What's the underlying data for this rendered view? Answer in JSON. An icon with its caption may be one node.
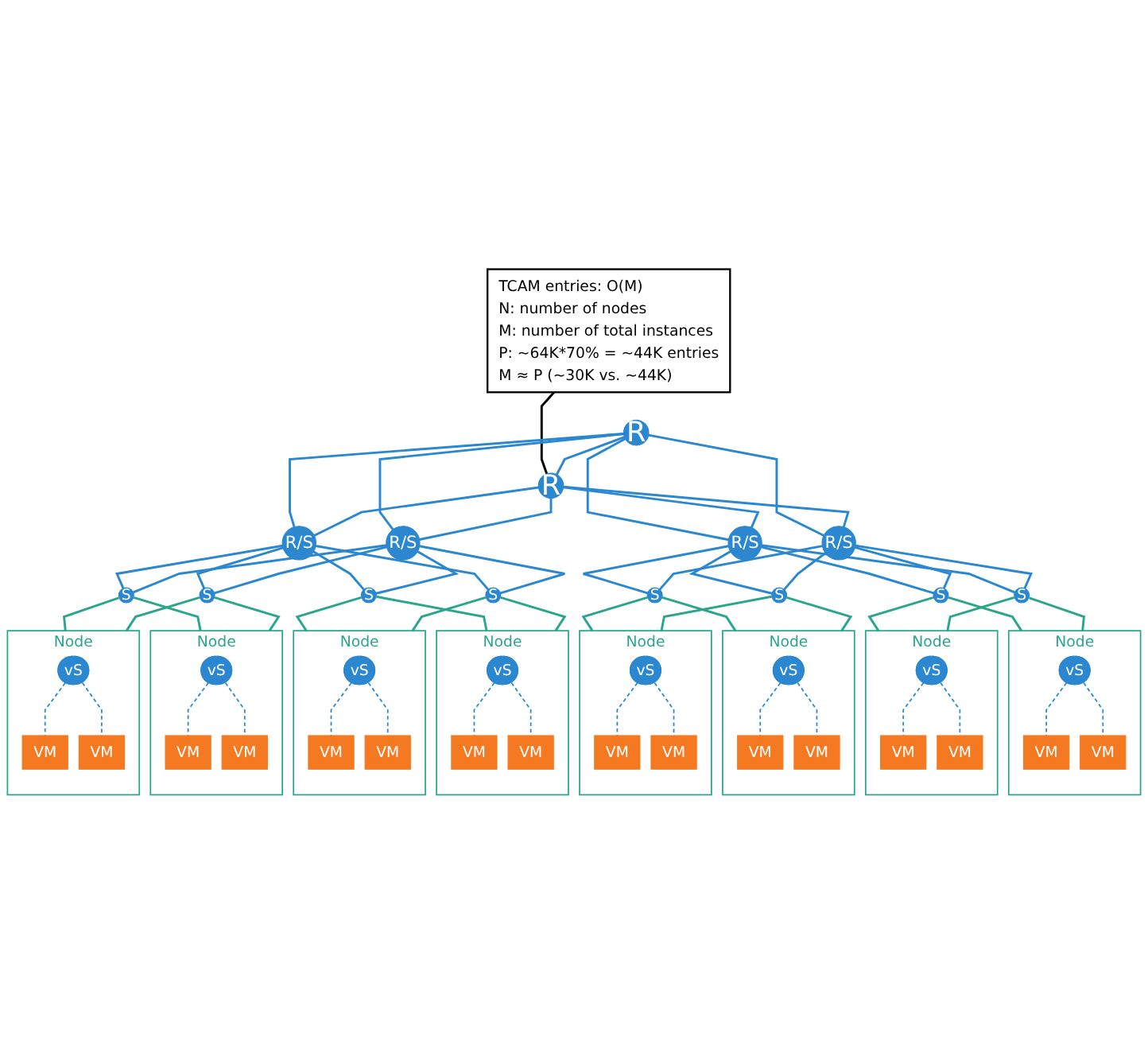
{
  "diagram": {
    "nodes": [
      {
        "text": [
          "TCAM entries: O(M)",
          "N: number of nodes",
          "M: number of total instances",
          "P: ~64K*70% = ~44K entries",
          "M ≈ P (~30K vs. ~44K)"
        ]
      },
      {
        "text": [
          "R"
        ]
      },
      {
        "text": [
          "R"
        ]
      },
      {
        "text": [
          "R/S"
        ]
      },
      {
        "text": [
          "R/S"
        ]
      },
      {
        "text": [
          "R/S"
        ]
      },
      {
        "text": [
          "R/S"
        ]
      },
      {
        "text": [
          "S"
        ]
      },
      {
        "text": [
          "S"
        ]
      },
      {
        "text": [
          "S"
        ]
      },
      {
        "text": [
          "S"
        ]
      },
      {
        "text": [
          "S"
        ]
      },
      {
        "text": [
          "S"
        ]
      },
      {
        "text": [
          "S"
        ]
      },
      {
        "text": [
          "S"
        ]
      },
      {
        "text": [
          "Node"
        ]
      },
      {
        "text": [
          "vS"
        ],
        "in": 15
      },
      {
        "text": [
          "VM"
        ],
        "in": 15
      },
      {
        "text": [
          "VM"
        ],
        "in": 15
      },
      {
        "text": [
          "Node"
        ]
      },
      {
        "text": [
          "vS"
        ],
        "in": 19
      },
      {
        "text": [
          "VM"
        ],
        "in": 19
      },
      {
        "text": [
          "VM"
        ],
        "in": 19
      },
      {
        "text": [
          "Node"
        ]
      },
      {
        "text": [
          "vS"
        ],
        "in": 23
      },
      {
        "text": [
          "VM"
        ],
        "in": 23
      },
      {
        "text": [
          "VM"
        ],
        "in": 23
      },
      {
        "text": [
          "Node"
        ]
      },
      {
        "text": [
          "vS"
        ],
        "in": 27
      },
      {
        "text": [
          "VM"
        ],
        "in": 27
      },
      {
        "text": [
          "VM"
        ],
        "in": 27
      },
      {
        "text": [
          "Node"
        ]
      },
      {
        "text": [
          "vS"
        ],
        "in": 31
      },
      {
        "text": [
          "VM"
        ],
        "in": 31
      },
      {
        "text": [
          "VM"
        ],
        "in": 31
      },
      {
        "text": [
          "Node"
        ]
      },
      {
        "text": [
          "vS"
        ],
        "in": 35
      },
      {
        "text": [
          "VM"
        ],
        "in": 35
      },
      {
        "text": [
          "VM"
        ],
        "in": 35
      },
      {
        "text": [
          "Node"
        ]
      },
      {
        "text": [
          "vS"
        ],
        "in": 39
      },
      {
        "text": [
          "VM"
        ],
        "in": 39
      },
      {
        "text": [
          "VM"
        ],
        "in": 39
      },
      {
        "text": [
          "Node"
        ]
      },
      {
        "text": [
          "vS"
        ],
        "in": 43
      },
      {
        "text": [
          "VM"
        ],
        "in": 43
      },
      {
        "text": [
          "VM"
        ],
        "in": 43
      }
    ],
    "edges": [
      {
        "from": 0,
        "to": 2,
        "arrow": "none",
        "color": "#000000"
      },
      {
        "from": 1,
        "to": 2,
        "arrow": "none"
      },
      {
        "from": 1,
        "to": 3,
        "arrow": "none"
      },
      {
        "from": 1,
        "to": 4,
        "arrow": "none"
      },
      {
        "from": 1,
        "to": 5,
        "arrow": "none"
      },
      {
        "from": 1,
        "to": 6,
        "arrow": "none"
      },
      {
        "from": 2,
        "to": 3,
        "arrow": "none"
      },
      {
        "from": 2,
        "to": 4,
        "arrow": "none"
      },
      {
        "from": 2,
        "to": 5,
        "arrow": "none"
      },
      {
        "from": 2,
        "to": 6,
        "arrow": "none"
      },
      {
        "from": 3,
        "to": 7,
        "arrow": "none"
      },
      {
        "from": 3,
        "to": 8,
        "arrow": "none"
      },
      {
        "from": 3,
        "to": 9,
        "arrow": "none"
      },
      {
        "from": 3,
        "to": 10,
        "arrow": "none"
      },
      {
        "from": 4,
        "to": 7,
        "arrow": "none"
      },
      {
        "from": 4,
        "to": 8,
        "arrow": "none"
      },
      {
        "from": 4,
        "to": 9,
        "arrow": "none"
      },
      {
        "from": 4,
        "to": 10,
        "arrow": "none"
      },
      {
        "from": 5,
        "to": 11,
        "arrow": "none"
      },
      {
        "from": 5,
        "to": 12,
        "arrow": "none"
      },
      {
        "from": 5,
        "to": 13,
        "arrow": "none"
      },
      {
        "from": 5,
        "to": 14,
        "arrow": "none"
      },
      {
        "from": 6,
        "to": 11,
        "arrow": "none"
      },
      {
        "from": 6,
        "to": 12,
        "arrow": "none"
      },
      {
        "from": 6,
        "to": 13,
        "arrow": "none"
      },
      {
        "from": 6,
        "to": 14,
        "arrow": "none"
      },
      {
        "from": 7,
        "to": 15,
        "arrow": "none",
        "color": "#2ca58d"
      },
      {
        "from": 7,
        "to": 19,
        "arrow": "none",
        "color": "#2ca58d"
      },
      {
        "from": 8,
        "to": 15,
        "arrow": "none",
        "color": "#2ca58d"
      },
      {
        "from": 8,
        "to": 19,
        "arrow": "none",
        "color": "#2ca58d"
      },
      {
        "from": 9,
        "to": 23,
        "arrow": "none",
        "color": "#2ca58d"
      },
      {
        "from": 9,
        "to": 27,
        "arrow": "none",
        "color": "#2ca58d"
      },
      {
        "from": 10,
        "to": 23,
        "arrow": "none",
        "color": "#2ca58d"
      },
      {
        "from": 10,
        "to": 27,
        "arrow": "none",
        "color": "#2ca58d"
      },
      {
        "from": 11,
        "to": 31,
        "arrow": "none",
        "color": "#2ca58d"
      },
      {
        "from": 11,
        "to": 35,
        "arrow": "none",
        "color": "#2ca58d"
      },
      {
        "from": 12,
        "to": 31,
        "arrow": "none",
        "color": "#2ca58d"
      },
      {
        "from": 12,
        "to": 35,
        "arrow": "none",
        "color": "#2ca58d"
      },
      {
        "from": 13,
        "to": 39,
        "arrow": "none",
        "color": "#2ca58d"
      },
      {
        "from": 13,
        "to": 43,
        "arrow": "none",
        "color": "#2ca58d"
      },
      {
        "from": 14,
        "to": 39,
        "arrow": "none",
        "color": "#2ca58d"
      },
      {
        "from": 14,
        "to": 43,
        "arrow": "none",
        "color": "#2ca58d"
      },
      {
        "from": 16,
        "to": 17,
        "arrow": "none",
        "style": "dashed"
      },
      {
        "from": 16,
        "to": 18,
        "arrow": "none",
        "style": "dashed"
      },
      {
        "from": 20,
        "to": 21,
        "arrow": "none",
        "style": "dashed"
      },
      {
        "from": 20,
        "to": 22,
        "arrow": "none",
        "style": "dashed"
      },
      {
        "from": 24,
        "to": 25,
        "arrow": "none",
        "style": "dashed"
      },
      {
        "from": 24,
        "to": 26,
        "arrow": "none",
        "style": "dashed"
      },
      {
        "from": 28,
        "to": 29,
        "arrow": "none",
        "style": "dashed"
      },
      {
        "from": 28,
        "to": 30,
        "arrow": "none",
        "style": "dashed"
      },
      {
        "from": 32,
        "to": 33,
        "arrow": "none",
        "style": "dashed"
      },
      {
        "from": 32,
        "to": 34,
        "arrow": "none",
        "style": "dashed"
      },
      {
        "from": 36,
        "to": 37,
        "arrow": "none",
        "style": "dashed"
      },
      {
        "from": 36,
        "to": 38,
        "arrow": "none",
        "style": "dashed"
      },
      {
        "from": 40,
        "to": 41,
        "arrow": "none",
        "style": "dashed"
      },
      {
        "from": 40,
        "to": 42,
        "arrow": "none",
        "style": "dashed"
      },
      {
        "from": 44,
        "to": 45,
        "arrow": "none",
        "style": "dashed"
      },
      {
        "from": 44,
        "to": 46,
        "arrow": "none",
        "style": "dashed"
      }
    ]
  }
}
